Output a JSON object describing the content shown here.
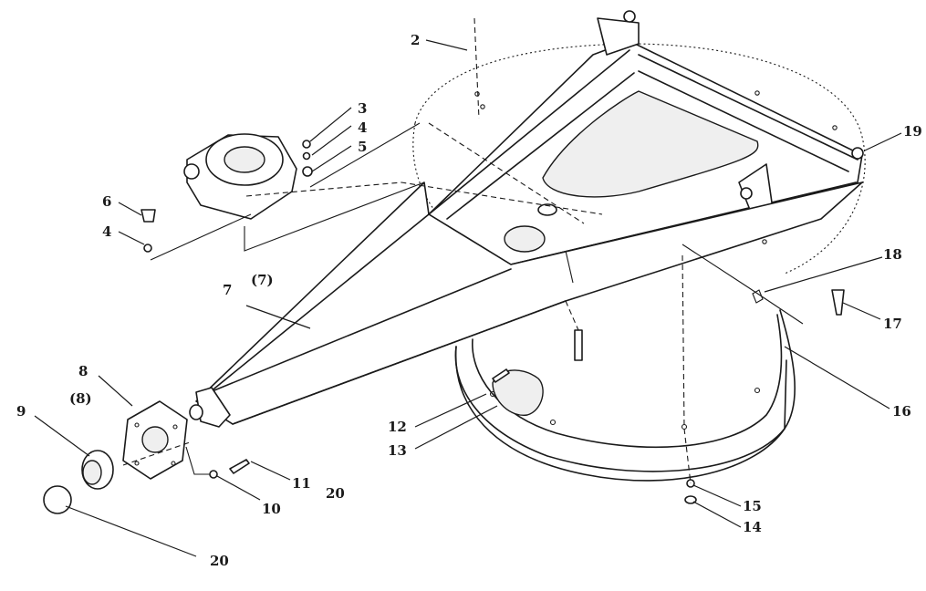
{
  "diagram": {
    "title": "Exploded assembly drawing",
    "labels": {
      "l2": "2",
      "l3": "3",
      "l4a": "4",
      "l5": "5",
      "l6": "6",
      "l4b": "4",
      "l7p": "(7)",
      "l7": "7",
      "l8": "8",
      "l8p": "(8)",
      "l9": "9",
      "l10": "10",
      "l11": "11",
      "l20a": "20",
      "l20b": "20",
      "l12": "12",
      "l13": "13",
      "l14": "14",
      "l15": "15",
      "l16": "16",
      "l17": "17",
      "l18": "18",
      "l19": "19"
    }
  }
}
